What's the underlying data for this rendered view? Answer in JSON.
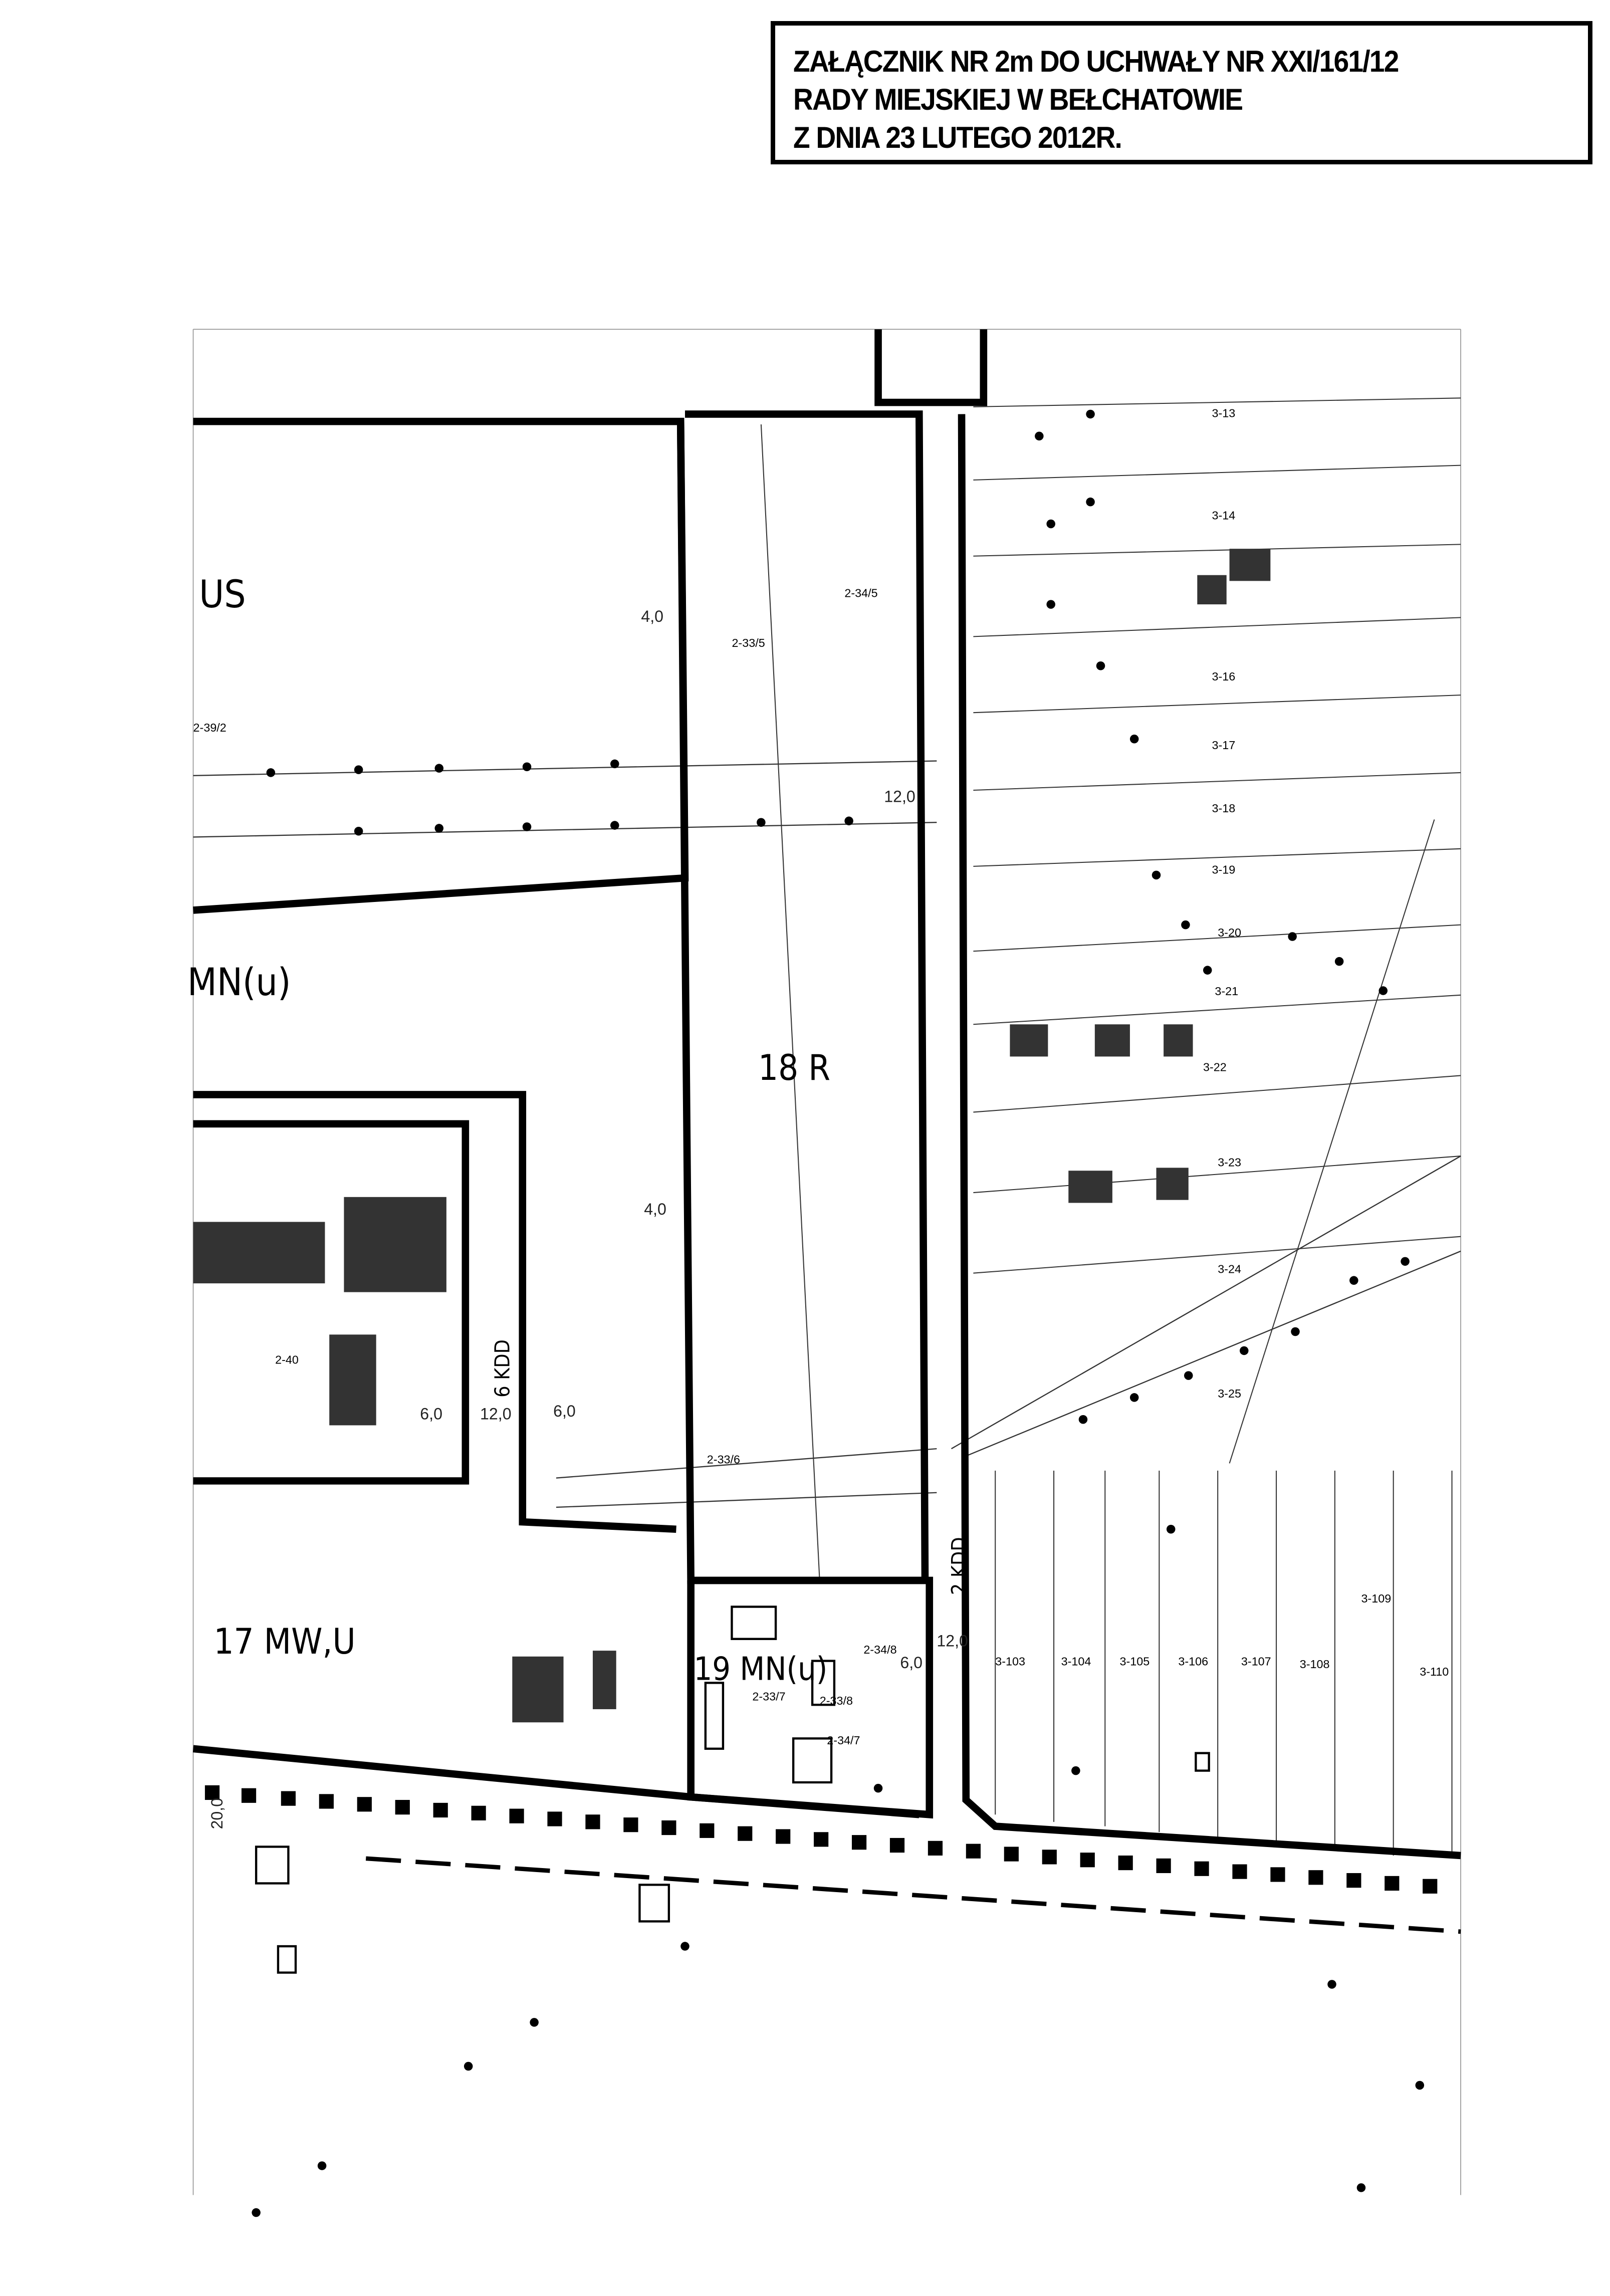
{
  "header": {
    "line1": "ZAŁĄCZNIK NR 2m DO UCHWAŁY NR XXI/161/12",
    "line2": "RADY MIEJSKIEJ W BEŁCHATOWIE",
    "line3": "Z DNIA 23 LUTEGO 2012R."
  },
  "zones": {
    "us": "US",
    "mn": "MN(u)",
    "r18": "18 R",
    "mwu17": "17 MW,U",
    "mn19": "19 MN(u)",
    "kdd6": "6 KDD",
    "kdd2": "2 KDD"
  },
  "parcels": {
    "p2_39_2": "2-39/2",
    "p2_34_5": "2-34/5",
    "p2_33_5": "2-33/5",
    "p2_40": "2-40",
    "p2_33_6": "2-33/6",
    "p2_34_8": "2-34/8",
    "p2_33_7": "2-33/7",
    "p2_33_8": "2-33/8",
    "p2_34_7": "2-34/7",
    "east": [
      "3-13",
      "3-14",
      "3-16",
      "3-17",
      "3-18",
      "3-19",
      "3-20",
      "3-21",
      "3-22",
      "3-23",
      "3-24",
      "3-25"
    ],
    "south": [
      "3-103",
      "3-104",
      "3-105",
      "3-106",
      "3-107",
      "3-108",
      "3-109",
      "3-110"
    ]
  },
  "dimensions": {
    "d4a": "4,0",
    "d12a": "12,0",
    "d4b": "4,0",
    "d6a": "6,0",
    "d12b": "12,0",
    "d6b": "6,0",
    "d12c": "12,0",
    "d6c": "6,0",
    "d20": "20,0"
  }
}
